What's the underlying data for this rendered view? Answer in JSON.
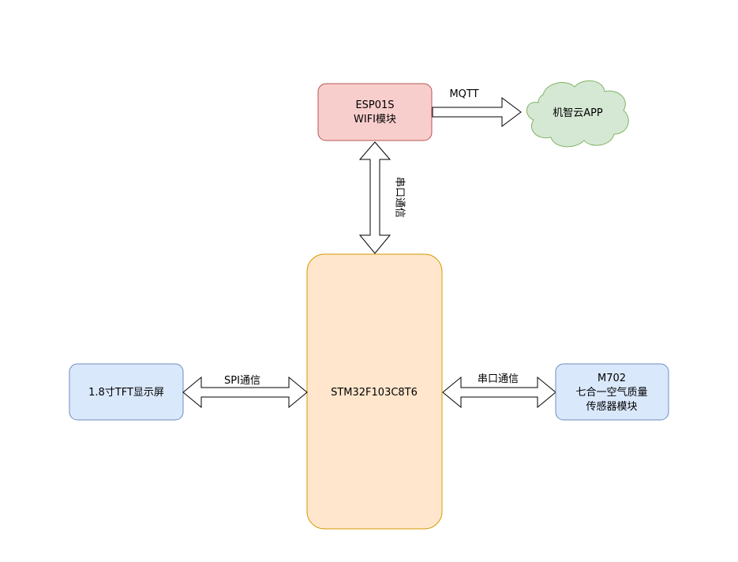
{
  "nodes": {
    "esp": {
      "line1": "ESP01S",
      "line2": "WIFI模块",
      "fill": "#f8cecc",
      "stroke": "#b85450"
    },
    "cloud": {
      "label": "机智云APP",
      "fill": "#d5e8d4",
      "stroke": "#82b366"
    },
    "mcu": {
      "label": "STM32F103C8T6",
      "fill": "#ffe6cc",
      "stroke": "#d79b00"
    },
    "tft": {
      "label": "1.8寸TFT显示屏",
      "fill": "#dae8fc",
      "stroke": "#6c8ebf"
    },
    "sensor": {
      "line1": "M702",
      "line2": "七合一空气质量",
      "line3": "传感器模块",
      "fill": "#dae8fc",
      "stroke": "#6c8ebf"
    }
  },
  "edges": {
    "mqtt": "MQTT",
    "uart_esp": "串口通信",
    "spi": "SPI通信",
    "uart_sensor": "串口通信"
  }
}
